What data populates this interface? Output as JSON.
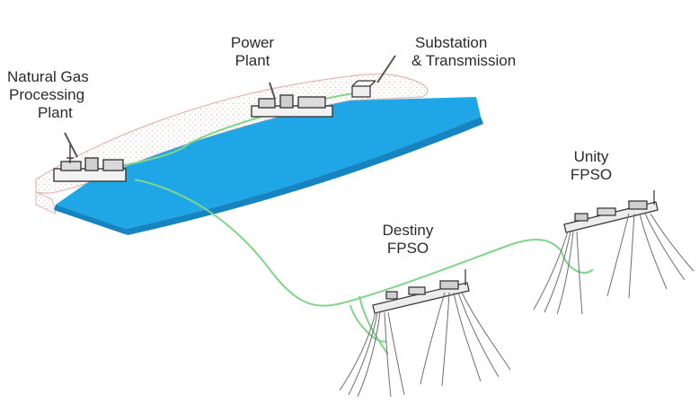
{
  "labels": {
    "gas_plant": [
      "Natural Gas",
      "Processing",
      "Plant"
    ],
    "power_plant": [
      "Power",
      "Plant"
    ],
    "substation": [
      "Substation",
      "& Transmission"
    ],
    "unity": [
      "Unity",
      "FPSO"
    ],
    "destiny": [
      "Destiny",
      "FPSO"
    ]
  },
  "colors": {
    "water": "#1fa6e6",
    "water_dark": "#1784c2",
    "land_outline": "#e4b6b6",
    "pipeline": "#7fd58a",
    "equipment": "#3a3a3a",
    "text": "#2b2b2b"
  }
}
